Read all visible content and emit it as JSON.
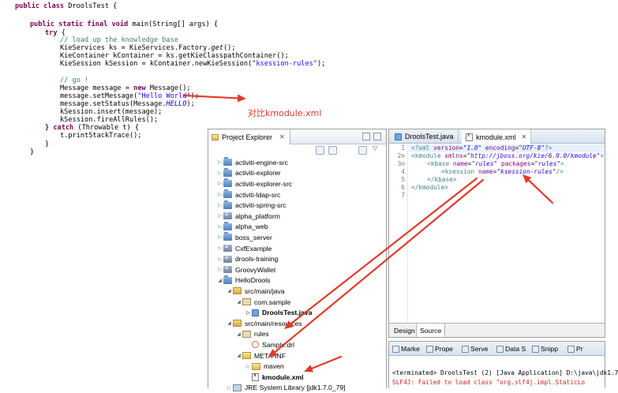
{
  "code": {
    "class_decl": [
      "public class",
      " DroolsTest {"
    ],
    "method_decl": [
      "public static final void",
      " main(String[] args) {"
    ],
    "try_kw": "try",
    "try_brace": " {",
    "comment_load": "// load up the knowledge base",
    "line_ks": [
      "KieServices ks = KieServices.Factory.",
      "get",
      "();"
    ],
    "line_kc": "KieContainer kContainer = ks.getKieClasspathContainer();",
    "line_kses": [
      "KieSession kSession = kContainer.newKieSession(",
      "\"ksession-rules\"",
      ");"
    ],
    "comment_go": "// go !",
    "line_msg": [
      "Message message = ",
      "new",
      " Message();"
    ],
    "line_setmsg": [
      "message.setMessage(",
      "\"Hello World\"",
      ");"
    ],
    "line_setstatus": [
      "message.setStatus(Message.",
      "HELLO",
      ");"
    ],
    "line_insert": "kSession.insert(message);",
    "line_fire": "kSession.fireAllRules();",
    "catch_kw": "} catch",
    "catch_rest": " (Throwable t) {",
    "line_trace": "t.printStackTrace();",
    "close1": "}",
    "close2": "}"
  },
  "annotation": {
    "label": "对比kmodule.xml",
    "color": "#e23a2a"
  },
  "project_explorer": {
    "title": "Project Explorer",
    "close": "✕",
    "items": [
      {
        "label": "activiti-engine-src",
        "twisty": "▷",
        "icon": "project-icon",
        "bold": false
      },
      {
        "label": "activiti-explorer",
        "twisty": "▷",
        "icon": "project-icon",
        "bold": false
      },
      {
        "label": "activiti-explorer-src",
        "twisty": "▷",
        "icon": "project-icon",
        "bold": false
      },
      {
        "label": "activiti-ldap-src",
        "twisty": "▷",
        "icon": "project-icon",
        "bold": false
      },
      {
        "label": "activiti-spring-src",
        "twisty": "▷",
        "icon": "project-icon",
        "bold": false
      },
      {
        "label": "alpha_platform",
        "twisty": "▷",
        "icon": "maven-project-icon",
        "bold": false
      },
      {
        "label": "alpha_web",
        "twisty": "▷",
        "icon": "project-icon",
        "bold": false
      },
      {
        "label": "boss_server",
        "twisty": "▷",
        "icon": "project-icon",
        "bold": false
      },
      {
        "label": "CxfExample",
        "twisty": "▷",
        "icon": "maven-project-icon",
        "bold": false
      },
      {
        "label": "drools-training",
        "twisty": "▷",
        "icon": "maven-project-icon",
        "bold": false
      },
      {
        "label": "GroovyWallet",
        "twisty": "▷",
        "icon": "maven-project-icon",
        "bold": false
      },
      {
        "label": "HelloDrools",
        "twisty": "◢",
        "icon": "project-icon",
        "bold": false
      },
      {
        "label": "src/main/java",
        "twisty": "◢",
        "icon": "source-folder-icon",
        "bold": false
      },
      {
        "label": "com.sample",
        "twisty": "◢",
        "icon": "package-icon",
        "bold": false
      },
      {
        "label": "DroolsTest.java",
        "twisty": "▷",
        "icon": "java-file-icon",
        "bold": true
      },
      {
        "label": "src/main/resources",
        "twisty": "◢",
        "icon": "source-folder-icon",
        "bold": false
      },
      {
        "label": "rules",
        "twisty": "◢",
        "icon": "package-icon",
        "bold": false
      },
      {
        "label": "Sample.drl",
        "twisty": "",
        "icon": "drl-file-icon",
        "bold": false
      },
      {
        "label": "META-INF",
        "twisty": "◢",
        "icon": "folder-icon",
        "bold": false
      },
      {
        "label": "maven",
        "twisty": "▷",
        "icon": "folder-icon",
        "bold": false
      },
      {
        "label": "kmodule.xml",
        "twisty": "",
        "icon": "xml-file-icon",
        "bold": true
      },
      {
        "label": "JRE System Library [jdk1.7.0_79]",
        "twisty": "▷",
        "icon": "library-icon",
        "bold": false
      }
    ]
  },
  "editor": {
    "tabs": [
      {
        "label": "DroolsTest.java",
        "active": false
      },
      {
        "label": "kmodule.xml",
        "active": true
      }
    ],
    "close": "✕",
    "line_numbers": [
      "1",
      "2⊖",
      "3⊖",
      "4",
      "5",
      "6",
      "7"
    ],
    "xml": {
      "l1_a": "<?xml ",
      "l1_b": "version",
      "l1_c": "=",
      "l1_d": "\"1.0\"",
      "l1_e": " encoding",
      "l1_f": "=",
      "l1_g": "\"UTF-8\"",
      "l1_h": "?>",
      "l2_a": "<kmodule ",
      "l2_b": "xmlns",
      "l2_c": "=",
      "l2_d": "\"http://jboss.org/kie/6.0.0/kmodule\"",
      "l2_e": ">",
      "l3_a": "<kbase ",
      "l3_b": "name",
      "l3_c": "=",
      "l3_d": "\"rules\"",
      "l3_e": " packages",
      "l3_f": "=",
      "l3_g": "\"rules\"",
      "l3_h": ">",
      "l4_a": "<ksession ",
      "l4_b": "name",
      "l4_c": "=",
      "l4_d": "\"ksession-rules\"",
      "l4_e": "/>",
      "l5": "</kbase>",
      "l6": "</kmodule>"
    },
    "bottom_tabs": [
      "Design",
      "Source"
    ],
    "active_bottom_tab": "Source"
  },
  "console": {
    "tabs": [
      "Marke",
      "Prope",
      "Serve",
      "Data S",
      "Snipp",
      "Pr"
    ],
    "terminated_line": "<terminated> DroolsTest (2) [Java Application] D:\\java\\jdk1.7",
    "error_line": "SLF4J: Failed to load class \"org.slf4j.impl.StaticLo"
  }
}
